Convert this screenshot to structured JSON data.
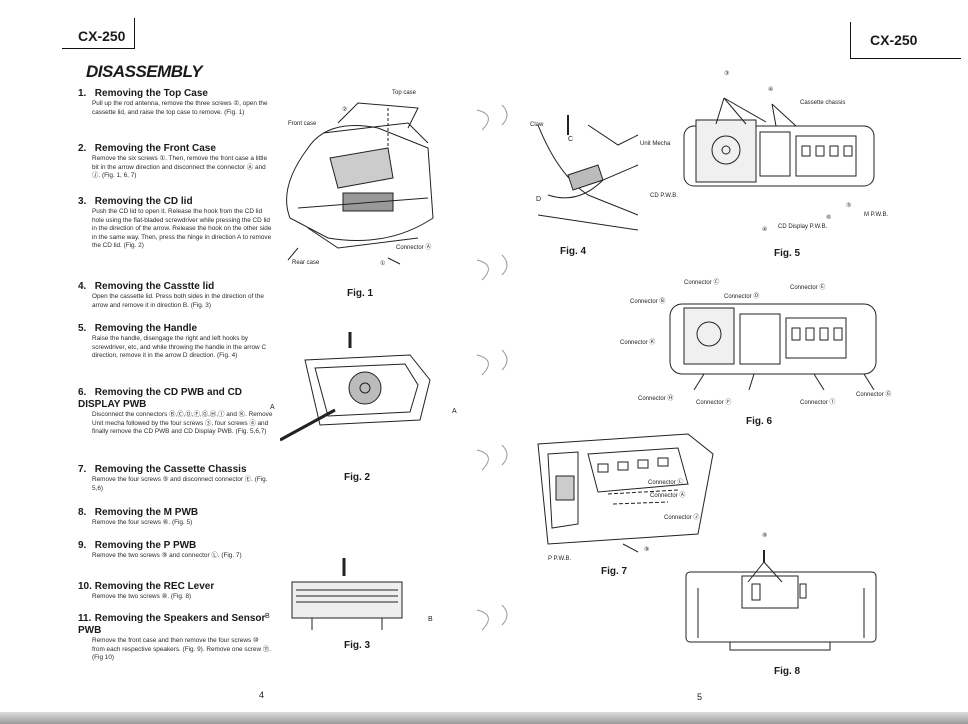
{
  "left_page": {
    "model": "CX-250",
    "title": "DISASSEMBLY",
    "page_number": "4",
    "steps": [
      {
        "num": "1.",
        "heading": "Removing the Top Case",
        "body": "Pull up the rod antenna, remove the three screws ②, open the cassette lid, and raise the top case to remove. (Fig. 1)"
      },
      {
        "num": "2.",
        "heading": "Removing the Front Case",
        "body": "Remove the six screws ①. Then, remove the front case a little bit in the arrow direction and disconnect the connector Ⓐ and Ⓙ. (Fig. 1, 6, 7)"
      },
      {
        "num": "3.",
        "heading": "Removing the CD lid",
        "body": "Push the CD lid to open it. Release the hook from the CD lid hole using the flat-bladed screwdriver while pressing the CD lid in the direction of the arrow. Release the hook on the other side in the same way. Then, press the hinge in direction A to remove the CD lid. (Fig. 2)"
      },
      {
        "num": "4.",
        "heading": "Removing the Casstte lid",
        "body": "Open the cassette lid. Press both sides in the direction of the arrow and remove it in direction B. (Fig. 3)"
      },
      {
        "num": "5.",
        "heading": "Removing the Handle",
        "body": "Raise the handle, disengage the right and left hooks by screwdriver, etc, and while throwing the handle in the arrow C direction, remove it in the arrow D direction. (Fig. 4)"
      },
      {
        "num": "6.",
        "heading": "Removing the CD PWB and CD DISPLAY PWB",
        "body": "Disconnect the connectors Ⓑ,Ⓒ,Ⓓ,Ⓕ,Ⓖ,Ⓗ,Ⓘ and Ⓚ. Remove Unit mecha followed by the four screws ③, four screws ④ and finally remove the CD PWB and CD Display PWB. (Fig. 5,6,7)"
      },
      {
        "num": "7.",
        "heading": "Removing the Cassette Chassis",
        "body": "Remove the four screws ⑤ and disconnect connector Ⓔ. (Fig. 5,6)"
      },
      {
        "num": "8.",
        "heading": "Removing the M PWB",
        "body": "Remove the four screws ⑥. (Fig. 5)"
      },
      {
        "num": "9.",
        "heading": "Removing the P PWB",
        "body": "Remove the two screws ⑨ and connector Ⓛ. (Fig. 7)"
      },
      {
        "num": "10.",
        "heading": "Removing the REC Lever",
        "body": "Remove the two screws ⑧. (Fig. 8)"
      },
      {
        "num": "11.",
        "heading": "Removing the Speakers and Sensor PWB",
        "body": "Remove the front case and then remove the four screws ⑩ from each respective speakers. (Fig. 9). Remove one screw ⑪. (Fig 10)"
      }
    ],
    "figures": {
      "fig1": {
        "caption": "Fig. 1",
        "labels": [
          "Top case",
          "Front case",
          "Connector Ⓐ",
          "Rear case",
          "②",
          "①"
        ]
      },
      "fig2": {
        "caption": "Fig. 2",
        "labels": [
          "A",
          "A"
        ]
      },
      "fig3": {
        "caption": "Fig. 3",
        "labels": [
          "B",
          "B"
        ]
      }
    }
  },
  "right_page": {
    "model": "CX-250",
    "page_number": "5",
    "figures": {
      "fig4": {
        "caption": "Fig. 4",
        "labels": [
          "Claw",
          "C",
          "D"
        ]
      },
      "fig5": {
        "caption": "Fig. 5",
        "labels": [
          "③",
          "④",
          "Cassette chassis",
          "Unit Mecha",
          "CD P.W.B.",
          "CD Display P.W.B.",
          "M P.W.B.",
          "⑤",
          "⑥",
          "④"
        ]
      },
      "fig6": {
        "caption": "Fig. 6",
        "labels": [
          "Connector Ⓒ",
          "Connector Ⓔ",
          "Connector Ⓑ",
          "Connector Ⓓ",
          "Connector Ⓚ",
          "Connector Ⓖ",
          "Connector Ⓗ",
          "Connector Ⓕ",
          "Connector Ⓘ"
        ]
      },
      "fig7": {
        "caption": "Fig. 7",
        "labels": [
          "Connector Ⓛ",
          "Connector Ⓐ",
          "Connector Ⓙ",
          "P P.W.B.",
          "⑨"
        ]
      },
      "fig8": {
        "caption": "Fig. 8",
        "labels": [
          "⑧"
        ]
      }
    }
  }
}
